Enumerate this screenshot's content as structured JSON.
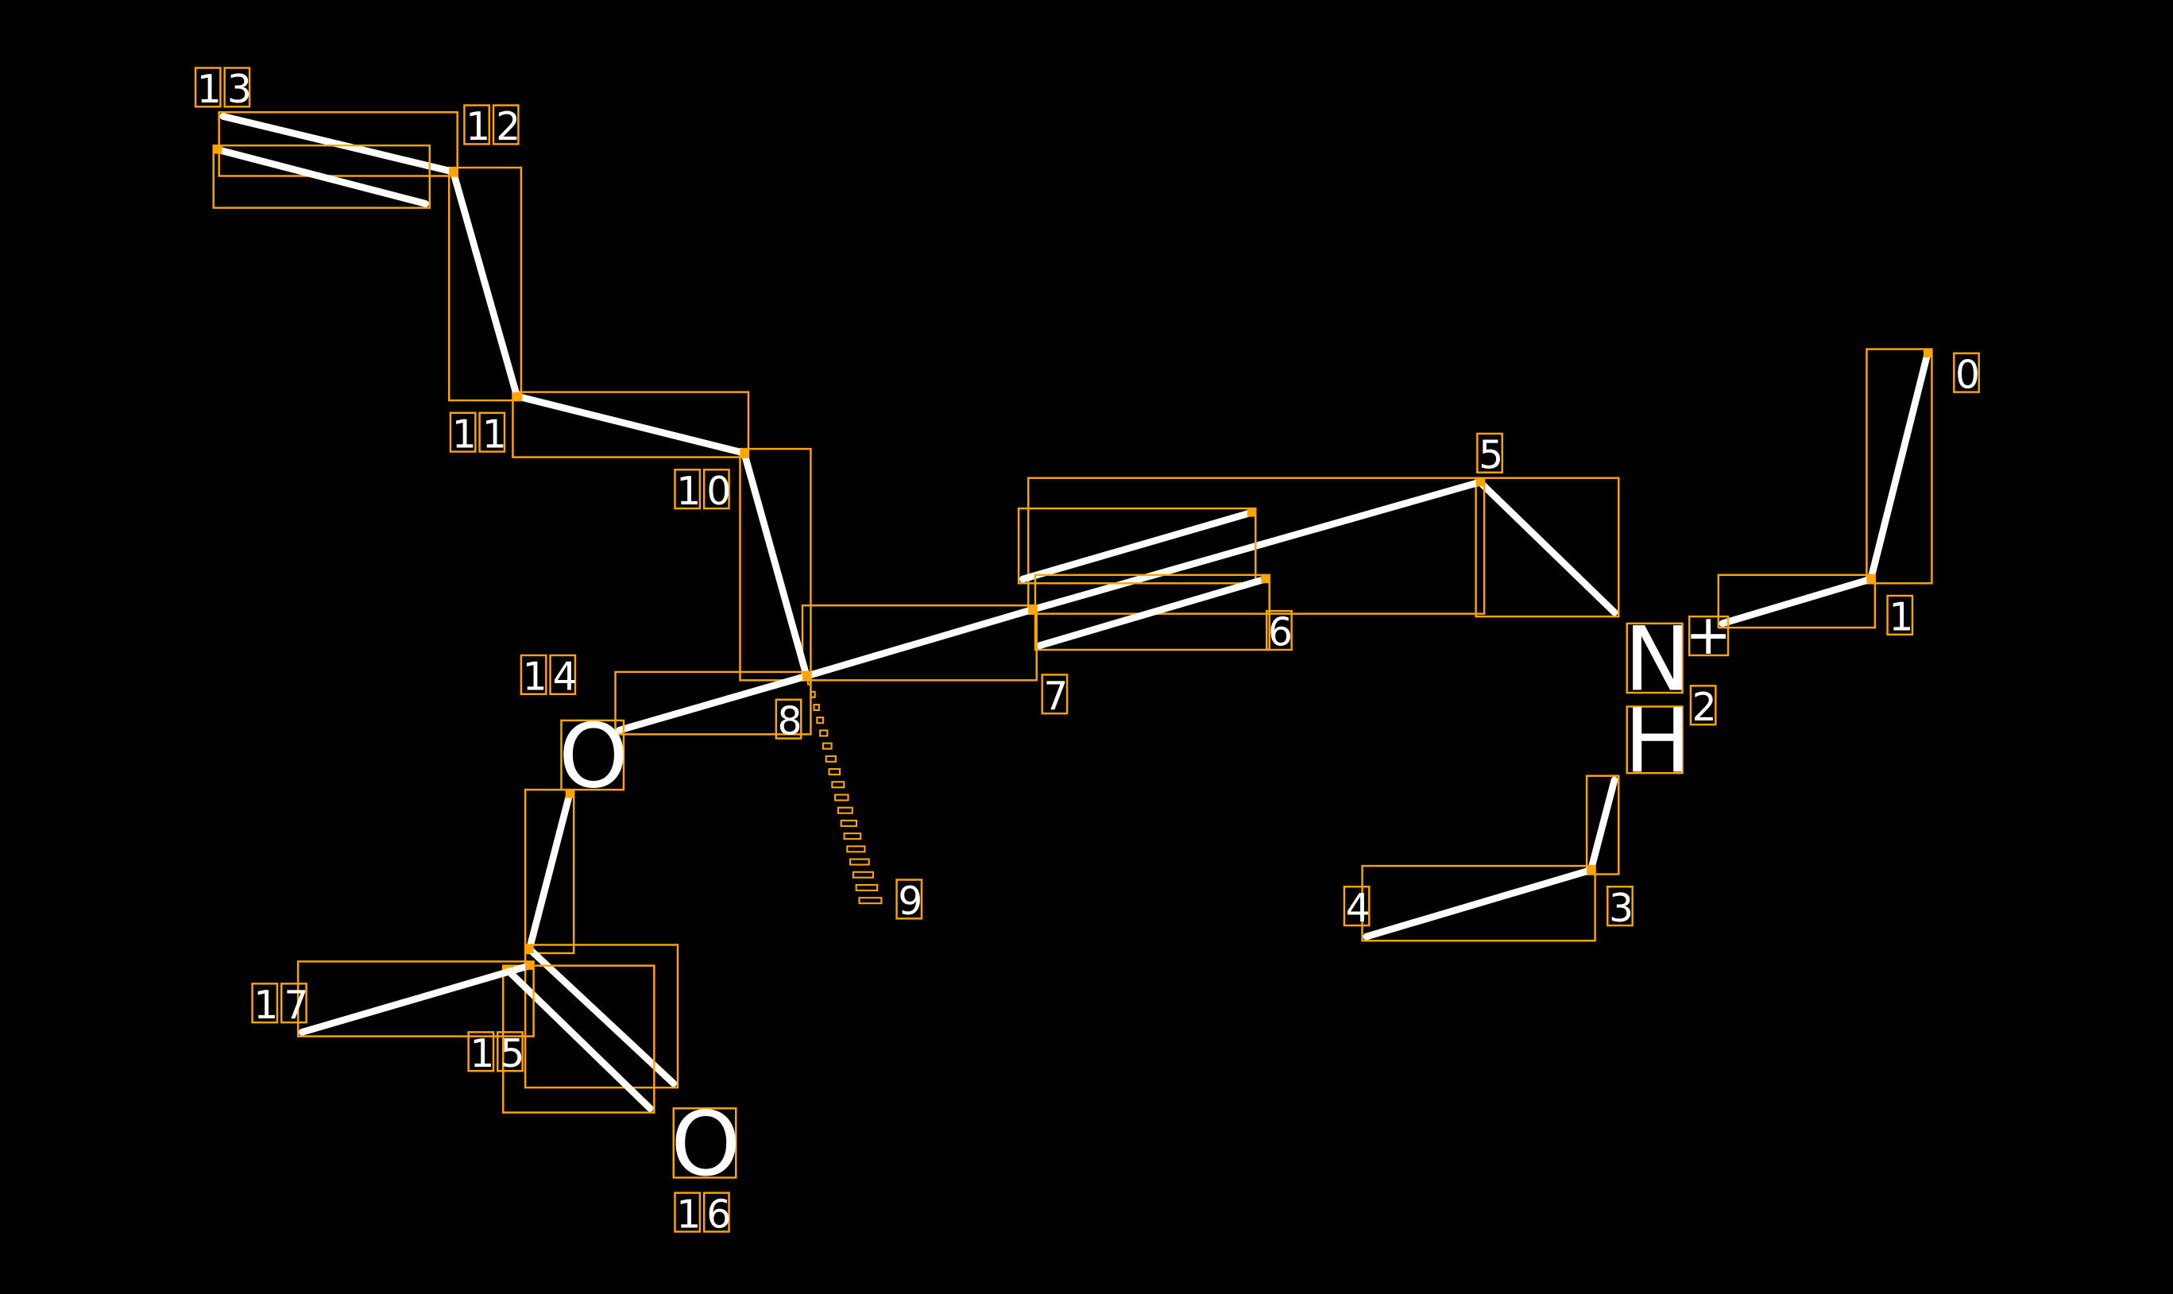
{
  "diagram": {
    "type": "molecule-annotation",
    "colors": {
      "background": "#000000",
      "bond": "#FFFFFF",
      "box": "#FFA500"
    },
    "atom_labels": {
      "N": "N",
      "plus": "+",
      "H": "H",
      "O14": "O",
      "O16": "O"
    },
    "indices": [
      "0",
      "1",
      "2",
      "3",
      "4",
      "5",
      "6",
      "7",
      "8",
      "9",
      "10",
      "11",
      "12",
      "13",
      "14",
      "15",
      "16",
      "17"
    ]
  }
}
